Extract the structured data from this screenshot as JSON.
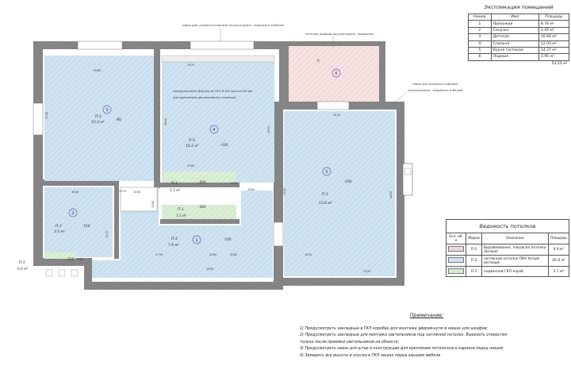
{
  "explication": {
    "title": "Экспликация помещений",
    "headers": {
      "num": "Номер",
      "name": "Имя",
      "area": "Площадь"
    },
    "rows": [
      {
        "num": "1",
        "name": "Прихожая",
        "area": "8.76 м²"
      },
      {
        "num": "2",
        "name": "Санузел",
        "area": "3.45 м²"
      },
      {
        "num": "3",
        "name": "Детская",
        "area": "10.66 м²"
      },
      {
        "num": "4",
        "name": "Спальня",
        "area": "12.03 м²"
      },
      {
        "num": "5",
        "name": "Кухня гостиная",
        "area": "14.37 м²"
      },
      {
        "num": "6",
        "name": "Лоджия",
        "area": "3.95 м²"
      }
    ],
    "total": "53.22 м²"
  },
  "ceilings": {
    "title": "Ведомость потолков",
    "headers": {
      "symbol": "Усл. об-е",
      "mark": "Марка",
      "desc": "Описание",
      "area": "Площадь"
    },
    "rows": [
      {
        "mark": "П-1",
        "desc": "Выравнивание, покраска потолка (белый)",
        "area": "4.9 м²",
        "color": "#f2d8d8"
      },
      {
        "mark": "П-2",
        "desc": "натяжной потолок ПВХ белый матовый",
        "area": "45.8 м²",
        "color": "#cfe3f1"
      },
      {
        "mark": "П-3",
        "desc": "подвесной ГКЛ короб",
        "area": "2.7 м²",
        "color": "#d6ead4"
      }
    ]
  },
  "notes": {
    "title": "Примечание:",
    "lines": [
      "1) Предусмотреть закладные в ГКЛ коробах для монтажа дверей-купе в нишах для шкафов;",
      "2) Предусмотреть закладные для монтажа светильников под натяжной потолок. Вырезать отверстия",
      "только после приемки светильников на объекте;",
      "3) Предусмотреть ниши для штор и конструкции для крепления потолочного карниза перед нишей;",
      "4) Замерить все высоты и опуски в ГКЛ нишах перед заказом мебели"
    ]
  },
  "annotations": {
    "top_niche": "ниша для шторного карниза оштукатурить, покрасить в белый",
    "loggia_ceiling": "потолок лоджии оштукатурить, покрасить",
    "right_niche_1": "ниша для шторного карниза",
    "right_niche_2": "оштукатурить, покрасить в белый",
    "bedroom_note_1": "предусмотреть бортик из ГКЛ 9.4% высота 50 мм",
    "bedroom_note_2": "для крепления декоративного карниза"
  },
  "rooms": [
    {
      "id": "r1",
      "num": "1",
      "code": "П-2",
      "area": "7.6 м²",
      "level": "-100"
    },
    {
      "id": "r2",
      "num": "2",
      "code": "П-2",
      "area": "3.5 м²",
      "level": "-150"
    },
    {
      "id": "r3",
      "num": "3",
      "code": "П-2",
      "area": "10.3 м²",
      "level": "-80"
    },
    {
      "id": "r4",
      "num": "4",
      "code": "П-2",
      "area": "10.2 м²",
      "level": "-100"
    },
    {
      "id": "r5",
      "num": "5",
      "code": "П-2",
      "area": "13.8 м²",
      "level": "-100"
    },
    {
      "id": "r6",
      "num": "6",
      "level": "0"
    }
  ],
  "boxes": [
    {
      "id": "b1",
      "code": "П-3",
      "area": "1.1 м²",
      "level": "-300"
    },
    {
      "id": "b2",
      "code": "П-3",
      "area": "1.1 м²",
      "level": "-300"
    },
    {
      "id": "b3",
      "code": "П-3",
      "area": "0.4 м²",
      "level": "-150"
    }
  ],
  "dimensions": [
    "3060",
    "2740",
    "1640",
    "2080",
    "1970",
    "5400",
    "3470",
    "1640",
    "3470",
    "2790",
    "1270",
    "2000",
    "3060",
    "1450",
    "1180",
    "1000",
    "2060",
    "1600",
    "4420",
    "3750",
    "2380",
    "1170",
    "1200"
  ]
}
